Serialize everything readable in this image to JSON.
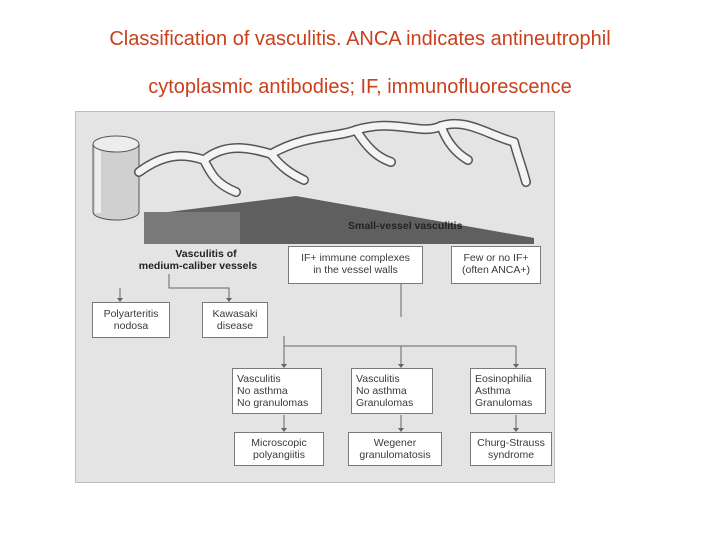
{
  "caption": {
    "line1": "Classification of vasculitis. ANCA indicates antineutrophil",
    "line2": "cytoplasmic antibodies; IF, immunofluorescence"
  },
  "figure": {
    "small_vessel_title": "Small-vessel vasculitis",
    "medium_vessel_title_line1": "Vasculitis of",
    "medium_vessel_title_line2": "medium-caliber vessels",
    "if_positive": "IF+ immune complexes\nin the vessel walls",
    "if_negative": "Few or no IF+\n(often ANCA+)",
    "polyarteritis": "Polyarteritis\nnodosa",
    "kawasaki": "Kawasaki\ndisease",
    "criteria_mpa": "Vasculitis\nNo asthma\nNo granulomas",
    "criteria_wegener": "Vasculitis\nNo asthma\nGranulomas",
    "criteria_churg": "Eosinophilia\nAsthma\nGranulomas",
    "dx_mpa": "Microscopic\npolyangiitis",
    "dx_wegener": "Wegener\ngranulomatosis",
    "dx_churg": "Churg-Strauss\nsyndrome"
  },
  "colors": {
    "caption": "#c8401c",
    "figure_background": "#e4e4e4",
    "wedge": "#5f5f5f"
  }
}
